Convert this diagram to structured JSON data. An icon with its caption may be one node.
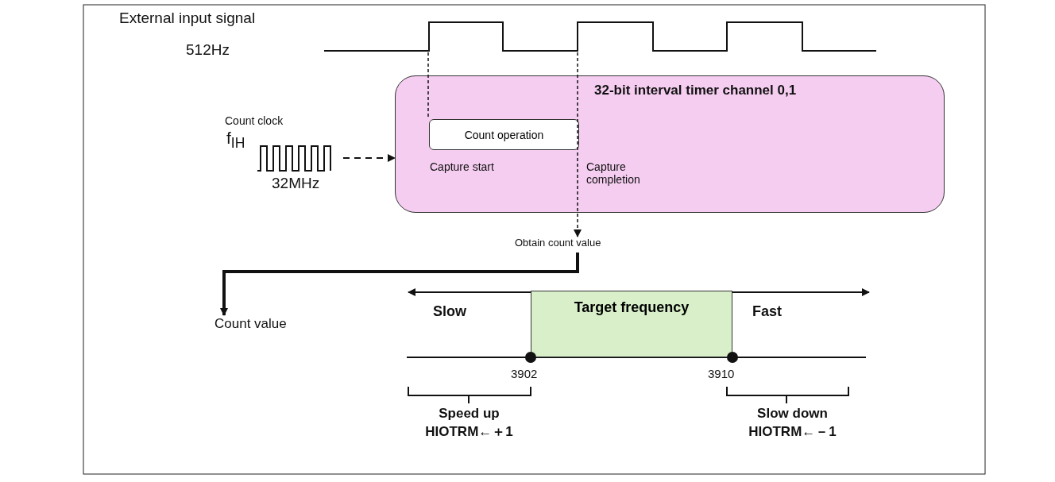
{
  "diagram": {
    "nodes": [
      {
        "text": [],
        "shape": "picture"
      },
      {
        "text": [
          "32-bit interval timer channel 0,1",
          "Capture start",
          "Capture completion"
        ]
      },
      {
        "text": [],
        "shape": "picture",
        "beside": [
          "32MHz"
        ]
      },
      {
        "text": [
          "Count operation"
        ],
        "in": 1
      },
      {
        "text": [
          "Obtain count value"
        ]
      },
      {
        "text": [
          "Count value"
        ]
      },
      {
        "text": [
          "Target frequency"
        ]
      }
    ],
    "edges": [
      {
        "from": 0,
        "to": 3,
        "arrow": "none",
        "style": "dashed"
      },
      {
        "from": 0,
        "to": 4,
        "arrow": "to",
        "style": "dashed"
      },
      {
        "from": 2,
        "to": 1,
        "arrow": "to",
        "style": "dashed"
      },
      {
        "from": 4,
        "to": 5,
        "arrow": "to",
        "style": "thick"
      }
    ],
    "labels": [
      "External input signal",
      "512Hz",
      "Count clock",
      "f$_{IH}$",
      "Slow",
      "Fast",
      "3902",
      "3910",
      "Speed up HIOTRM←＋1",
      "Slow down HIOTRM←－1"
    ]
  }
}
